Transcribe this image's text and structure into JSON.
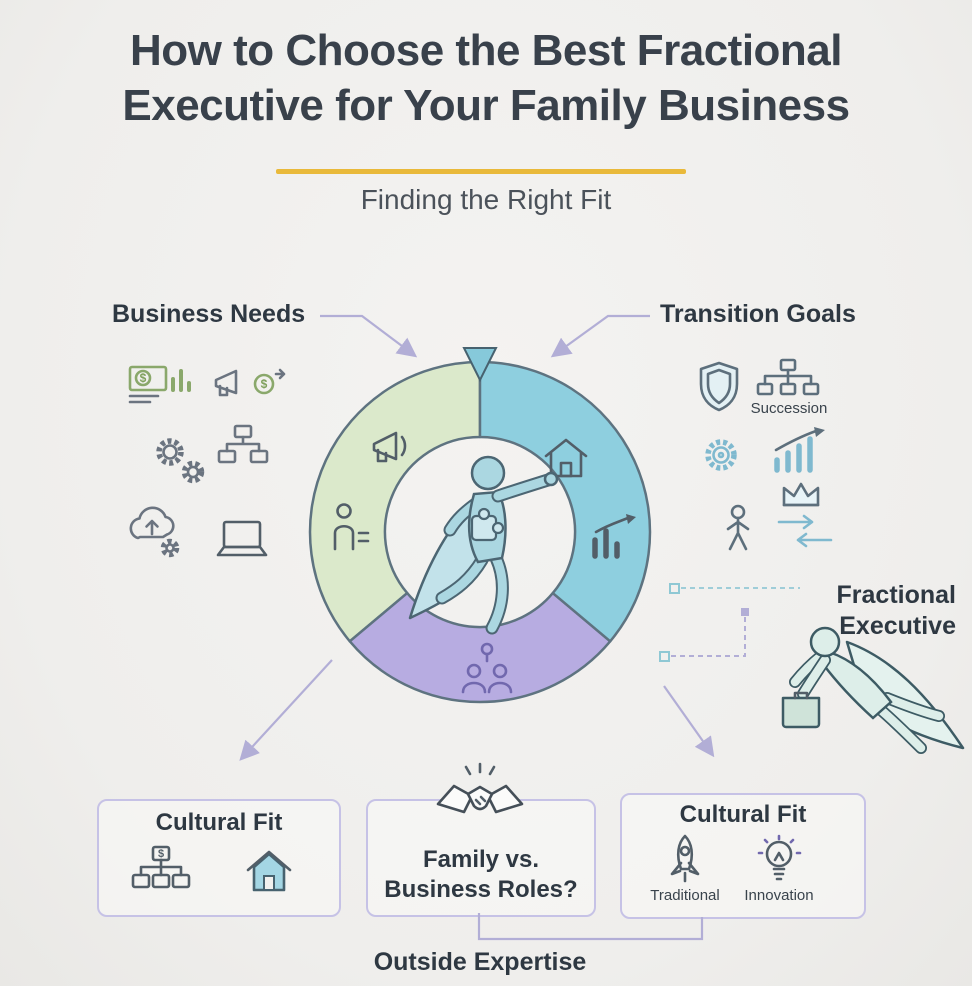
{
  "header": {
    "title1": "How to Choose the Best Fractional",
    "title2": "Executive for Your Family Business",
    "subtitle": "Finding the Right Fit"
  },
  "sections": {
    "business_needs": "Business Needs",
    "transition_goals": "Transition Goals",
    "succession": "Succession",
    "fractional_exec1": "Fractional",
    "fractional_exec2": "Executive"
  },
  "donut": {
    "segments": [
      {
        "name": "business-needs",
        "color": "#dbe9cb"
      },
      {
        "name": "transition-goals",
        "color": "#8ecfdf"
      },
      {
        "name": "cultural-fit",
        "color": "#b7ace1"
      }
    ],
    "outline": "#5e7380",
    "marker_color": "#86c9da"
  },
  "boxes": {
    "left": {
      "title": "Cultural Fit"
    },
    "center": {
      "line1": "Family vs.",
      "line2": "Business Roles?"
    },
    "right": {
      "title": "Cultural Fit",
      "label_traditional": "Traditional",
      "label_innovation": "Innovation"
    }
  },
  "footer": {
    "outside_expertise": "Outside Expertise"
  },
  "icons": {
    "dollar": "$",
    "names": [
      "money-chart-icon",
      "megaphone-dollar-icon",
      "gears-icon",
      "sitemap-icon",
      "cloud-gear-icon",
      "laptop-icon",
      "shield-icon",
      "succession-org-icon",
      "gear-icon",
      "growth-chart-icon",
      "crown-icon",
      "person-icon",
      "exchange-arrows-icon",
      "megaphone-icon",
      "house-icon",
      "bar-chart-icon",
      "group-pin-icon",
      "superhero-icon",
      "flying-executive-icon",
      "handshake-icon",
      "org-dollar-icon",
      "rocket-icon",
      "lightbulb-icon"
    ]
  },
  "colors": {
    "background": "#f1f0ee",
    "title": "#39414b",
    "accent_underline": "#e9b93a",
    "connector": "#b2aed6",
    "label": "#2e3842"
  }
}
